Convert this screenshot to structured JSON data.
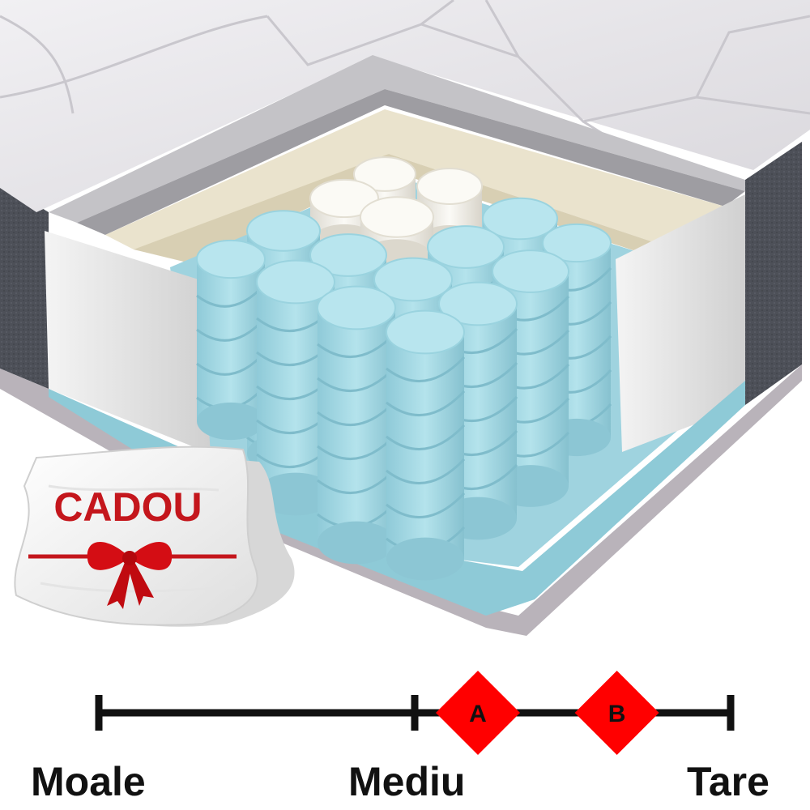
{
  "gift": {
    "label": "CADOU",
    "color": "#c4161c",
    "icon": "bow-icon"
  },
  "product": {
    "icon": "pocket-spring-mattress-cutaway"
  },
  "firmness_scale": {
    "labels": {
      "soft": "Moale",
      "medium": "Mediu",
      "firm": "Tare"
    },
    "markers": [
      {
        "label": "A",
        "value": 0.6,
        "color": "#ff0000"
      },
      {
        "label": "B",
        "value": 0.82,
        "color": "#ff0000"
      }
    ],
    "ticks": [
      0,
      0.5,
      1
    ],
    "line_color": "#111111"
  },
  "colors": {
    "spring": "#a6dbe6",
    "spring_shadow": "#7fc1d0",
    "comfort_spring": "#f3f0e8",
    "cover": "#e6e4e8",
    "side_fabric": "#4b4e55",
    "foam": "#f1ead6"
  }
}
